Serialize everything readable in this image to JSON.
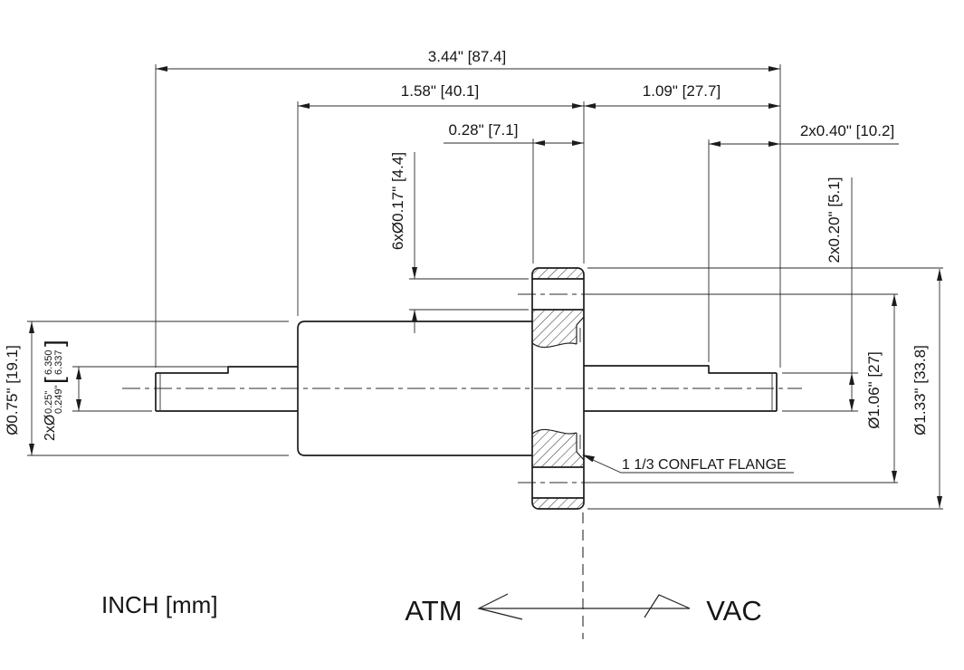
{
  "drawing": {
    "title_context": "ConFlat flange feedthrough dimension drawing",
    "units_note": "INCH [mm]",
    "flange_note": "1 1/3 CONFLAT FLANGE",
    "flow": {
      "atm_label": "ATM",
      "vac_label": "VAC"
    },
    "dimensions": {
      "overall_length": "3.44\" [87.4]",
      "body_length": "1.58\" [40.1]",
      "air_side_length": "1.09\" [27.7]",
      "flange_thickness": "0.28\" [7.1]",
      "shaft_flat_length": "2x0.40\" [10.2]",
      "bolt_hole": "6xØ0.17\" [4.4]",
      "shaft_flat_height": "2x0.20\" [5.1]",
      "bolt_circle_diameter": "Ø1.06\" [27]",
      "flange_outer_diameter": "Ø1.33\" [33.8]",
      "body_diameter": "Ø0.75\" [19.1]",
      "shaft_diameter_prefix": "2xØ",
      "shaft_diameter_inch_upper": "0.25\"",
      "shaft_diameter_inch_lower": "0.249\"",
      "shaft_diameter_bracket_open": "[",
      "shaft_diameter_mm_upper": "6.350",
      "shaft_diameter_mm_lower": "6.337",
      "shaft_diameter_bracket_close": "]"
    },
    "colors": {
      "line": "#1c1c1c",
      "background": "#ffffff"
    }
  }
}
